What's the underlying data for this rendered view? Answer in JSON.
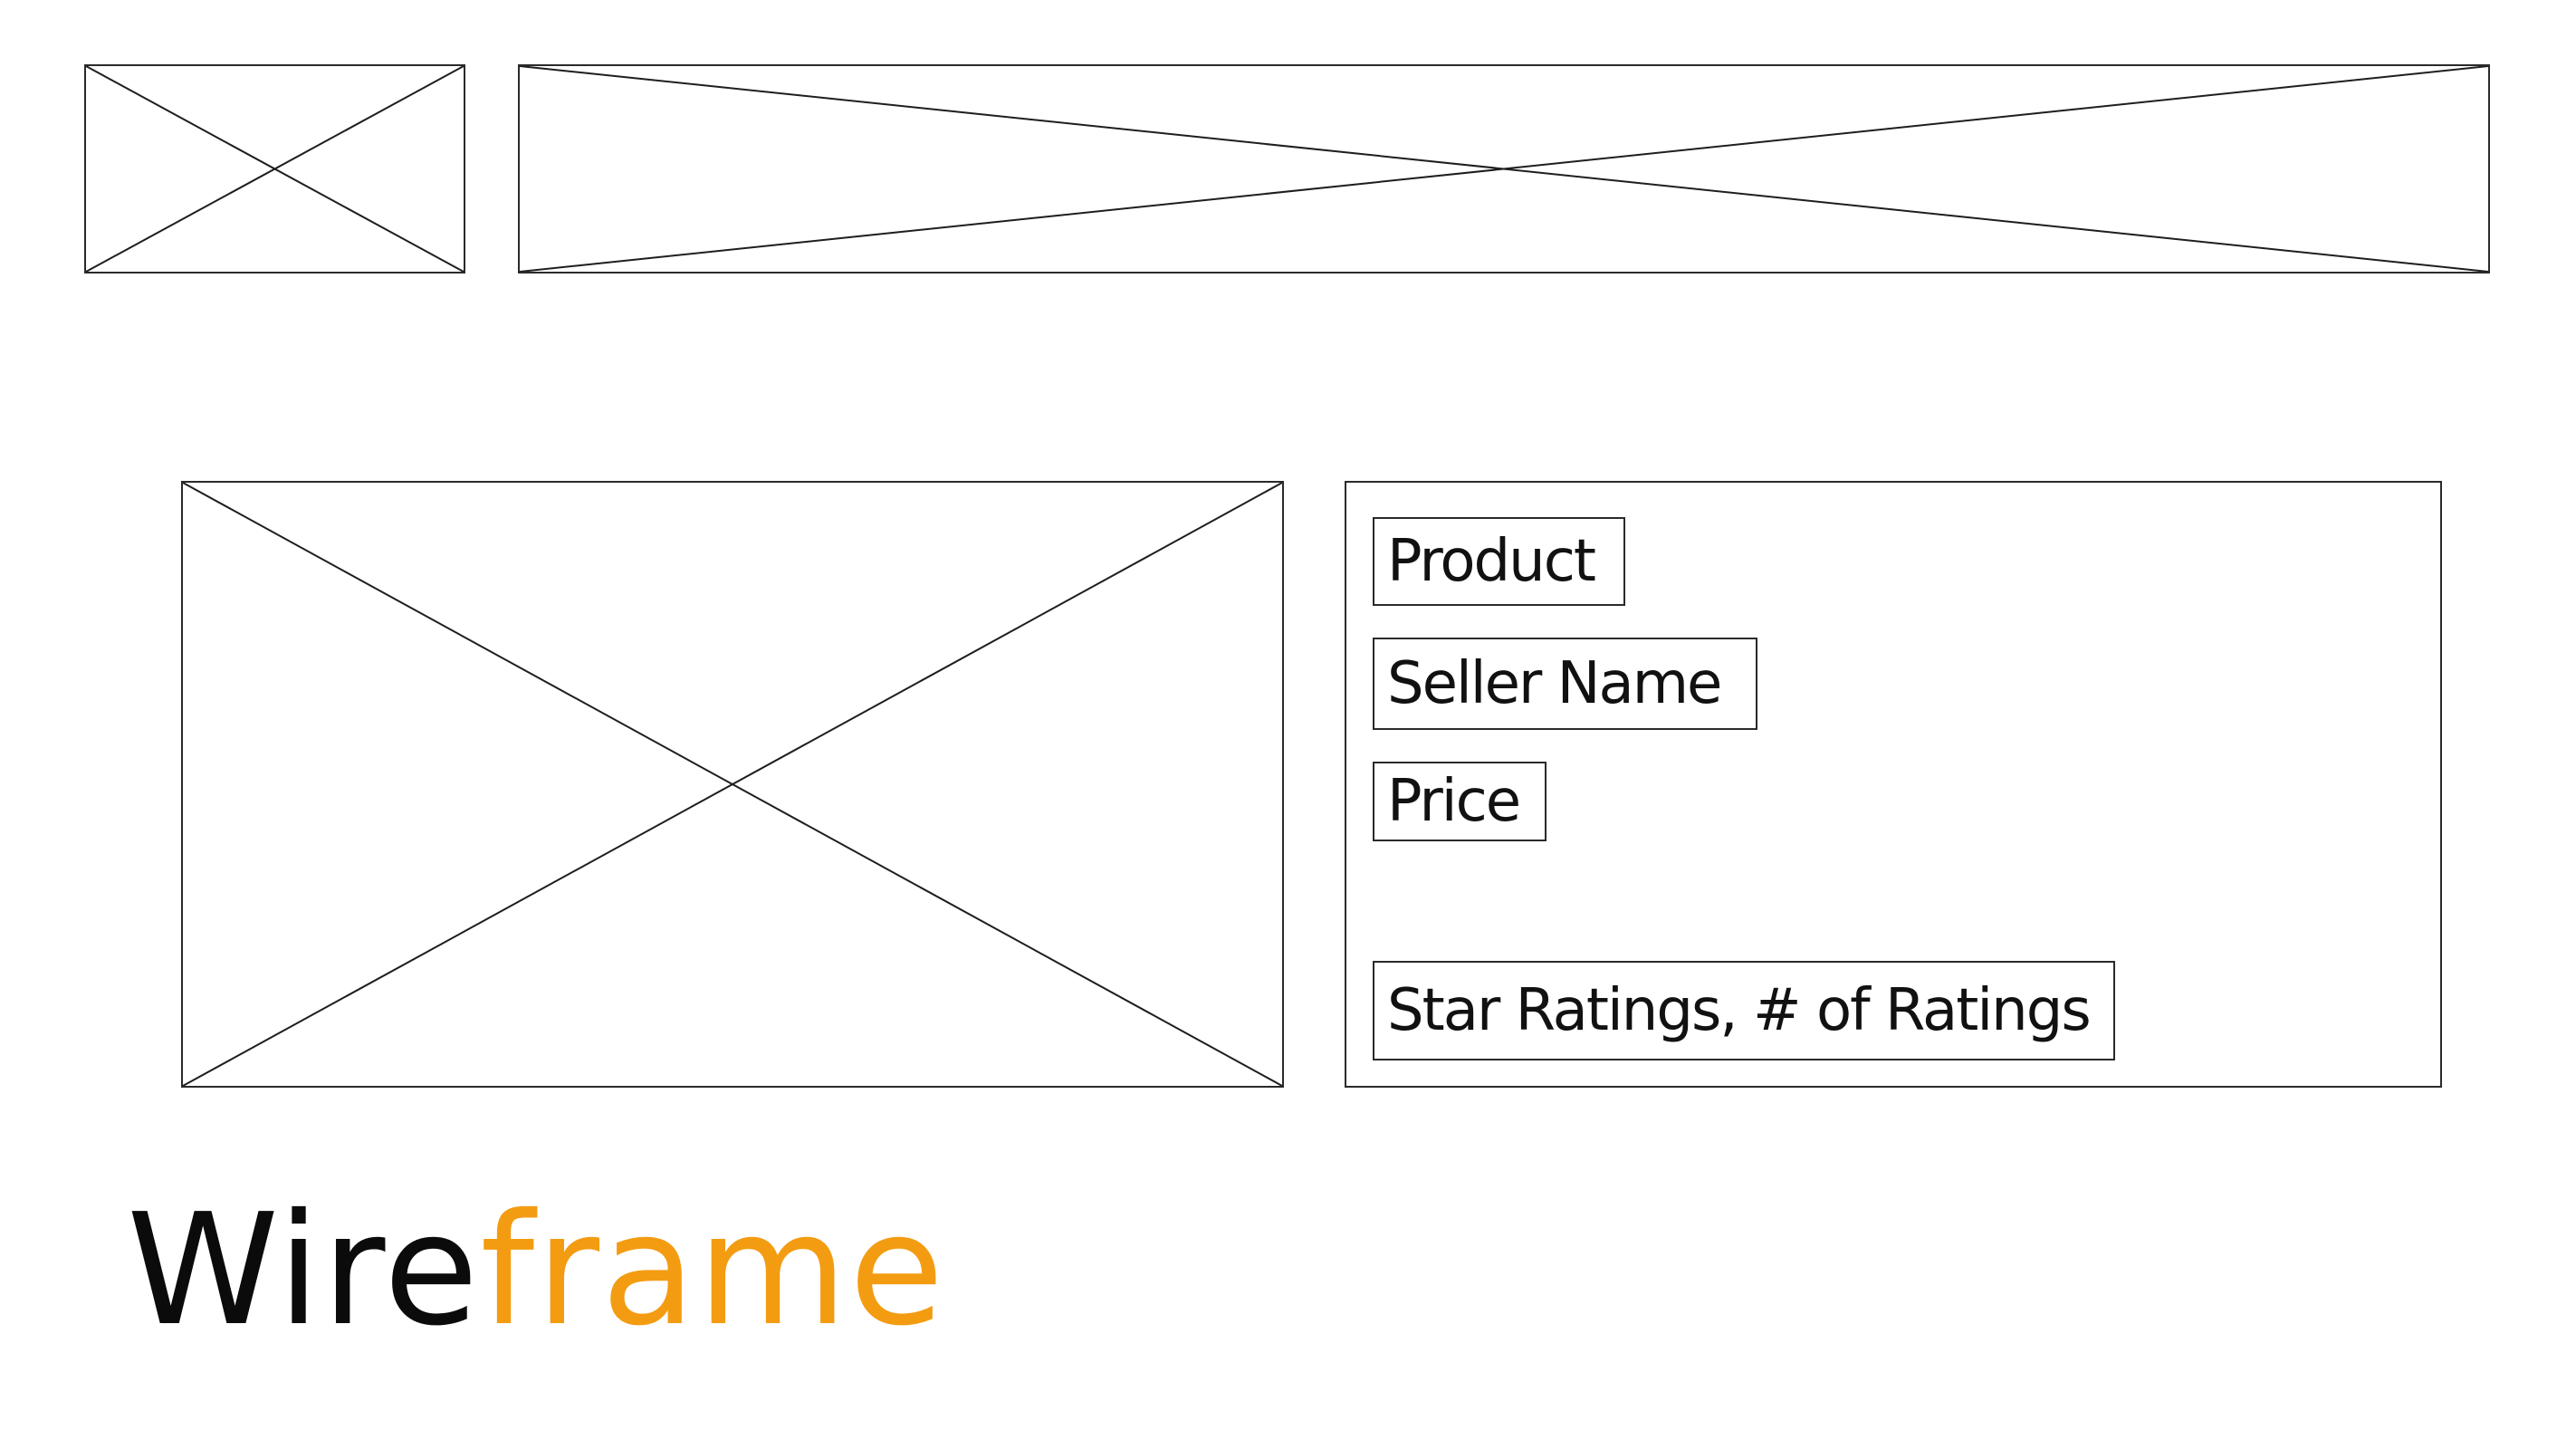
{
  "header": {
    "logo_placeholder": "image-placeholder",
    "banner_placeholder": "image-placeholder"
  },
  "product": {
    "image_placeholder": "image-placeholder",
    "fields": {
      "product": "Product",
      "seller": "Seller Name",
      "price": "Price",
      "ratings": "Star Ratings, # of Ratings"
    }
  },
  "title": {
    "part_1": "Wire",
    "part_2": "frame",
    "part_1_color": "#0b0b0b",
    "part_2_color": "#f39c12"
  }
}
